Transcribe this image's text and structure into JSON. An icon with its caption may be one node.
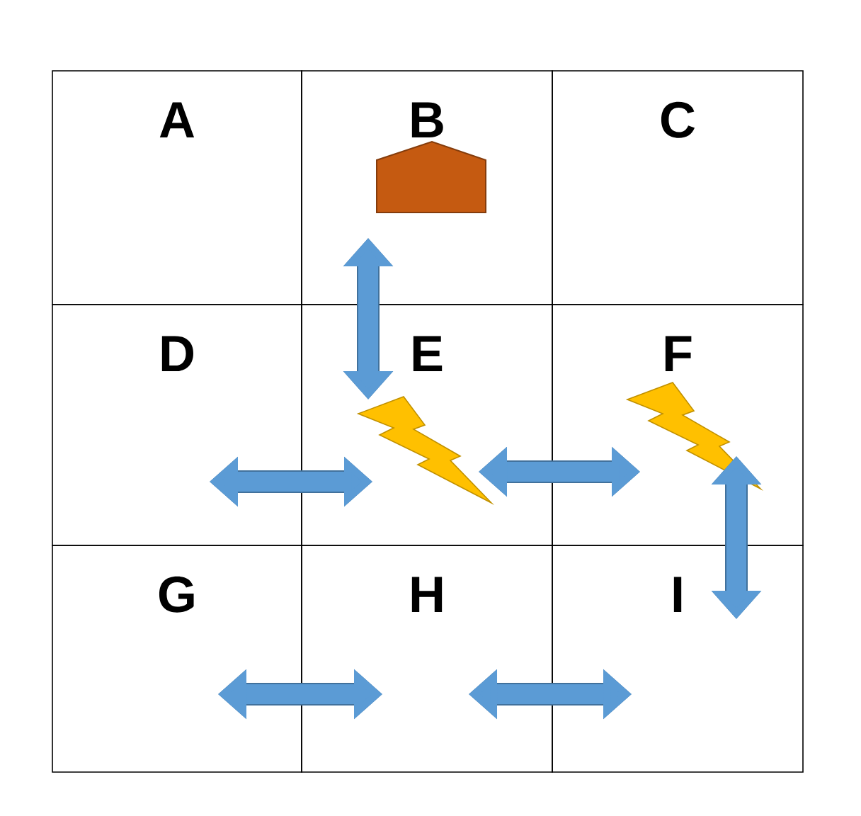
{
  "diagram": {
    "nodes": [
      {
        "text": [
          "A"
        ]
      },
      {
        "text": [
          "B"
        ]
      },
      {
        "text": [
          "C"
        ]
      },
      {
        "text": [
          "D"
        ]
      },
      {
        "text": [
          "E"
        ]
      },
      {
        "text": [
          "F"
        ]
      },
      {
        "text": [
          "G"
        ]
      },
      {
        "text": [
          "H"
        ]
      },
      {
        "text": [
          "I"
        ]
      }
    ],
    "edges": [
      {
        "from": 1,
        "to": 4,
        "arrow": "both"
      },
      {
        "from": 3,
        "to": 4,
        "arrow": "both"
      },
      {
        "from": 4,
        "to": 5,
        "arrow": "both"
      },
      {
        "from": 5,
        "to": 8,
        "arrow": "both"
      },
      {
        "from": 6,
        "to": 7,
        "arrow": "both"
      },
      {
        "from": 7,
        "to": 8,
        "arrow": "both"
      }
    ]
  }
}
